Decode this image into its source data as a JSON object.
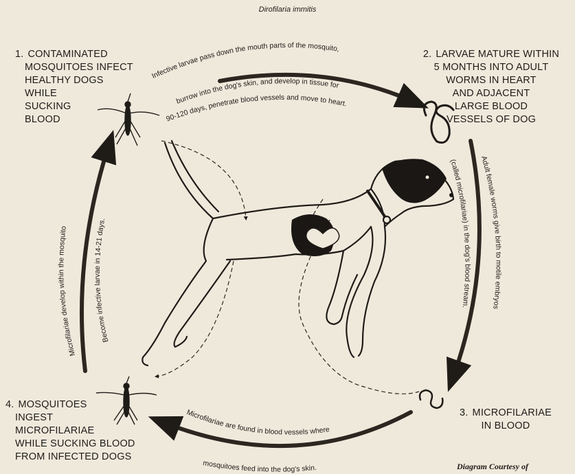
{
  "title": "Dirofilaria immitis",
  "stages": [
    {
      "number": "1.",
      "lines": [
        "CONTAMINATED",
        "MOSQUITOES INFECT",
        "HEALTHY DOGS",
        "WHILE",
        "SUCKING",
        "BLOOD"
      ]
    },
    {
      "number": "2.",
      "lines": [
        "LARVAE MATURE WITHIN",
        "5 MONTHS INTO ADULT",
        "WORMS  IN HEART",
        "AND ADJACENT",
        "LARGE BLOOD",
        "VESSELS OF DOG"
      ]
    },
    {
      "number": "3.",
      "lines": [
        "MICROFILARIAE",
        "IN BLOOD"
      ]
    },
    {
      "number": "4.",
      "lines": [
        "MOSQUITOES",
        "INGEST",
        "MICROFILARIAE",
        "WHILE SUCKING BLOOD",
        "FROM INFECTED DOGS"
      ]
    }
  ],
  "captions": {
    "top_outer": "Infective larvae pass down the mouth parts of the mosquito,",
    "top_inner_1": "burrow into the dog's skin, and develop in tissue for",
    "top_inner_2": "90-120 days, penetrate blood vessels and move to heart.",
    "right_outer": "Adult female worms give birth to motile embryos",
    "right_inner": "(called microfilariae) in the dog's blood stream.",
    "bottom_inner": "Microfilariae are found in blood vessels where",
    "bottom_outer": "mosquitoes feed into the dog's skin.",
    "left_outer": "Microfilariae develop within the mosquito",
    "left_inner": "Become infective larvae in 14-21 days."
  },
  "credit": "Diagram Courtesy of",
  "colors": {
    "background": "#efe9dc",
    "ink": "#1f1c18",
    "dog_spots": "#1a1714"
  },
  "icons": [
    "mosquito-icon",
    "worm-icon",
    "dog-illustration",
    "heart-icon"
  ]
}
